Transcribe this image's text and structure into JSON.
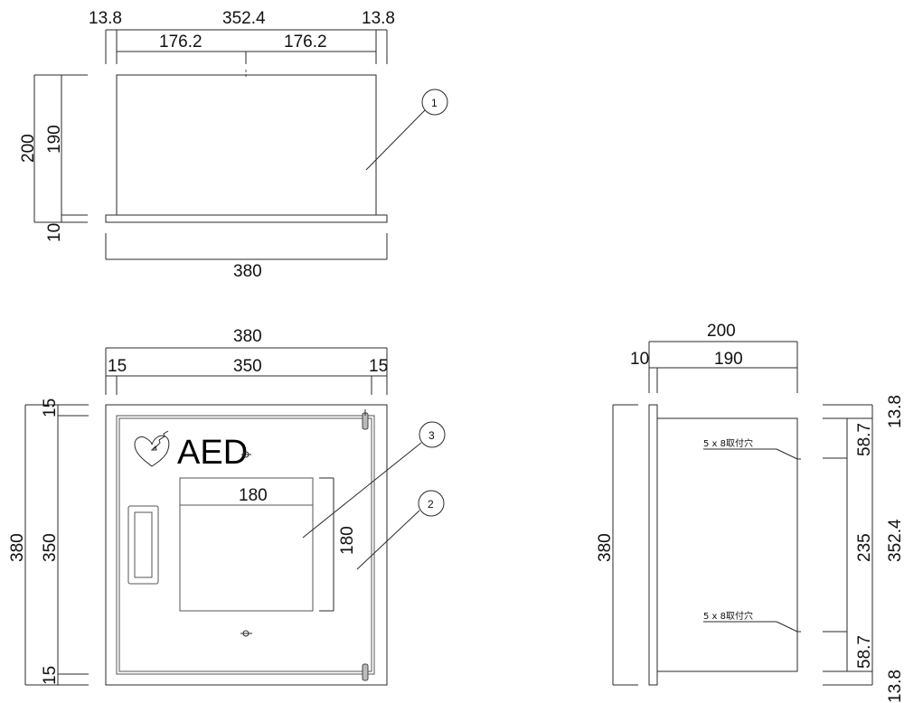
{
  "drawing": {
    "title": "AED storage cabinet dimension drawing",
    "stroke_color": "#2a2a2a",
    "background": "#ffffff"
  },
  "top_view": {
    "dims": {
      "left_margin": "13.8",
      "inner_width": "352.4",
      "right_margin": "13.8",
      "half_left": "176.2",
      "half_right": "176.2",
      "total_depth": "200",
      "body_depth": "190",
      "flange": "10",
      "total_width": "380"
    },
    "balloon": "1"
  },
  "front_view": {
    "dims": {
      "total_width": "380",
      "left_frame": "15",
      "inner_width": "350",
      "right_frame": "15",
      "total_height": "380",
      "inner_height": "350",
      "top_frame": "15",
      "bottom_frame": "15",
      "window_width": "180",
      "window_height": "180"
    },
    "logo_text": "AED",
    "logo_icon": "heart-lightning-icon",
    "balloons": [
      "3",
      "2"
    ]
  },
  "side_view": {
    "dims": {
      "total_depth": "200",
      "flange": "10",
      "body_depth": "190",
      "total_height": "380",
      "top_margin": "13.8",
      "hole_top_offset": "58.7",
      "hole_spacing": "235",
      "inner_height": "352.4",
      "hole_bottom_offset": "58.7",
      "bottom_margin": "13.8"
    },
    "notes": [
      "5 x 8取付穴",
      "5 x 8取付穴"
    ]
  }
}
